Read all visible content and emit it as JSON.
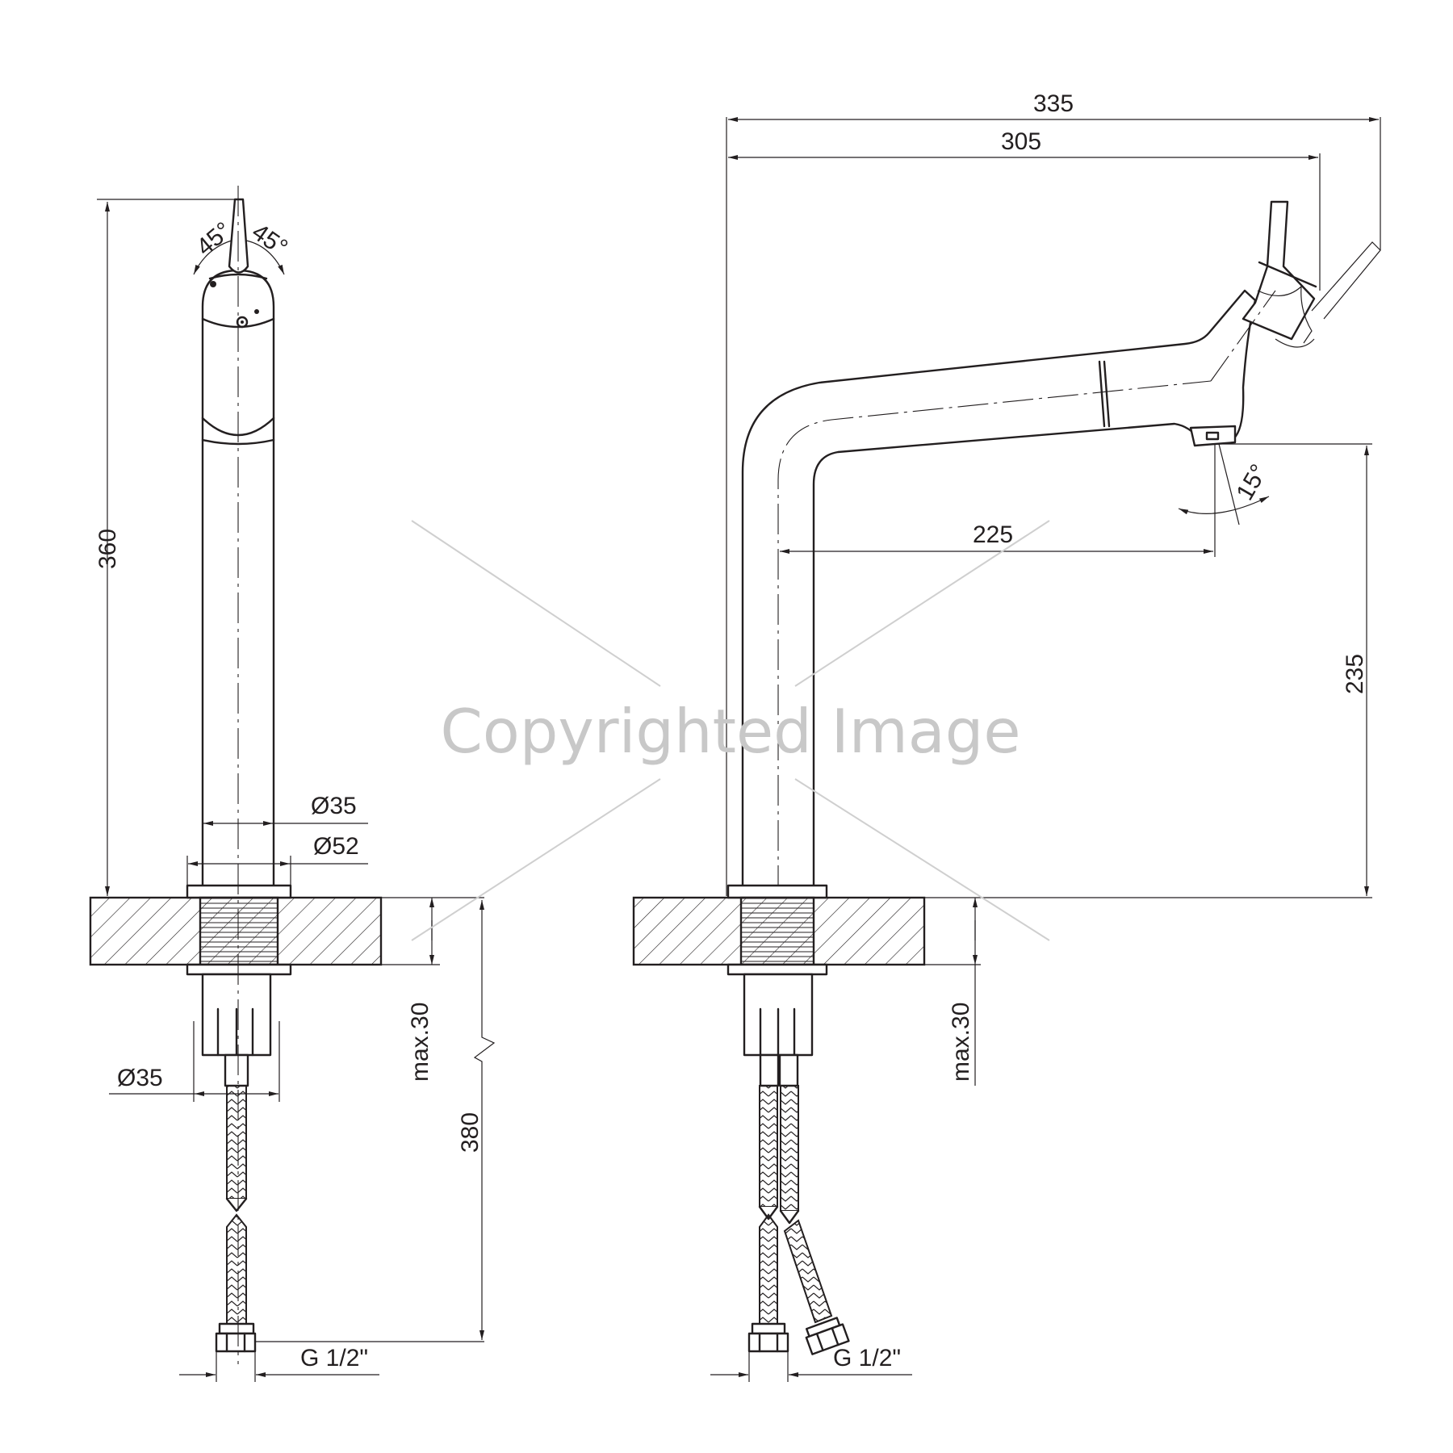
{
  "watermark": "Copyrighted Image",
  "left_view": {
    "dims": {
      "handle_angle_left": "45°",
      "handle_angle_right": "45°",
      "total_height": "360",
      "body_diameter": "Ø35",
      "base_diameter": "Ø52",
      "max_thickness": "max.30",
      "shank_diameter": "Ø35",
      "hose_length": "380",
      "thread": "G 1/2\""
    }
  },
  "right_view": {
    "dims": {
      "overall_reach": "335",
      "handle_reach": "305",
      "spout_reach": "225",
      "spout_height": "235",
      "spout_angle": "15°",
      "max_thickness": "max.30",
      "thread": "G 1/2\""
    }
  }
}
